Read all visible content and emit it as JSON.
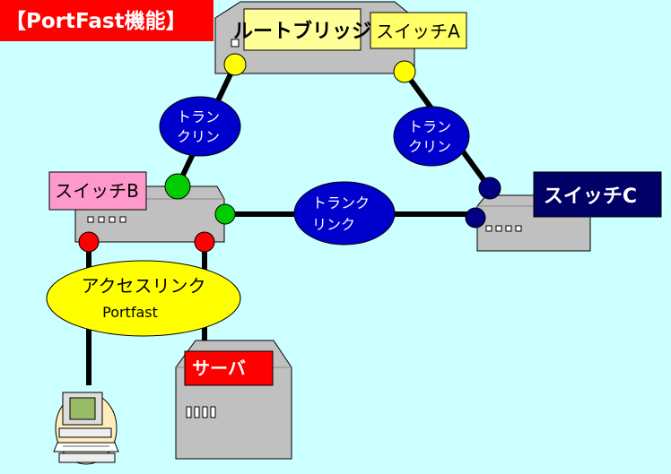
{
  "title": "【PortFast機能】",
  "root_bridge_label": "ルートブリッジ",
  "switch_a_label": "スイッチA",
  "switch_b_label": "スイッチB",
  "switch_c_label": "スイッチC",
  "server_label": "サーバ",
  "trunk_link_a": {
    "line1": "トラン",
    "line2": "クリン"
  },
  "trunk_link_c": {
    "line1": "トラン",
    "line2": "クリン"
  },
  "trunk_link_bc": {
    "line1": "トランク",
    "line2": "リンク"
  },
  "access_link": {
    "line1": "アクセスリンク",
    "line2": "Portfast"
  },
  "colors": {
    "background": "#ccffff",
    "title_bg": "#ff0000",
    "device": "#c0c0c0",
    "root_label_bg": "#ffff99",
    "switch_a_bg": "#ffff66",
    "switch_b_bg": "#ff99cc",
    "switch_c_bg": "#000066",
    "server_label_bg": "#ff0000",
    "link_bubble": "#0000cc",
    "access_bubble": "#ffff00",
    "port_yellow": "#ffff00",
    "port_green": "#00cc00",
    "port_red": "#ff0000",
    "port_navy": "#000080"
  }
}
